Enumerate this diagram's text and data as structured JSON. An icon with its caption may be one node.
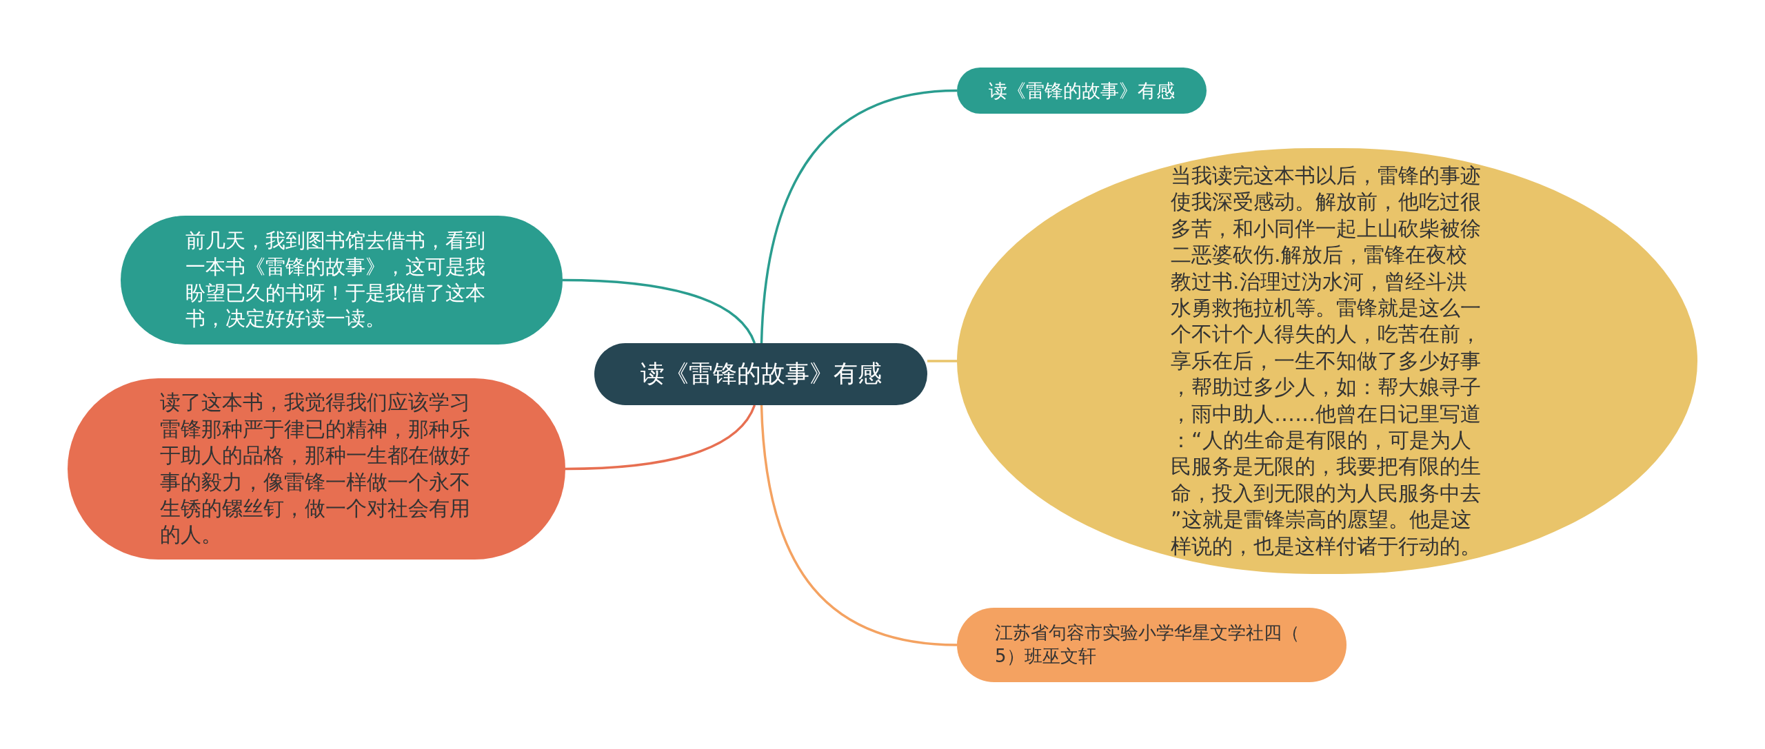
{
  "diagram": {
    "nodes": [
      {
        "text": [
          "读《雷锋的故事》有感"
        ]
      },
      {
        "text": [
          "读《雷锋的故事》有感"
        ]
      },
      {
        "text": [
          "前几天，我到图书馆去借书，看到一本书《雷锋的故事》，这可是我盼望已久的书呀！于是我借了这本书，决定好好读一读。"
        ]
      },
      {
        "text": [
          "当我读完这本书以后，雷锋的事迹使我深受感动。解放前，他吃过很多苦，和小同伴一起上山砍柴被徐二恶婆砍伤.解放后，雷锋在夜校教过书.治理过沩水河，曾经斗洪水勇救拖拉机等。雷锋就是这么一个不计个人得失的人，吃苦在前，享乐在后，一生不知做了多少好事，帮助过多少人，如：帮大娘寻子，雨中助人……他曾在日记里写道：“人的生命是有限的，可是为人民服务是无限的，我要把有限的生命，投入到无限的为人民服务中去”这就是雷锋崇高的愿望。他是这样说的，也是这样付诸于行动的。"
        ]
      },
      {
        "text": [
          "读了这本书，我觉得我们应该学习雷锋那种严于律已的精神，那种乐于助人的品格，那种一生都在做好事的毅力，像雷锋一样做一个永不生锈的镙丝钉，做一个对社会有用的人。"
        ]
      },
      {
        "text": [
          "江苏省句容市实验小学华星文学社四（5）班巫文轩"
        ]
      }
    ],
    "edges": [
      {
        "from": 0,
        "to": 1,
        "arrow": "none",
        "color": "#2a9d8f"
      },
      {
        "from": 0,
        "to": 2,
        "arrow": "none",
        "color": "#2a9d8f"
      },
      {
        "from": 0,
        "to": 3,
        "arrow": "none",
        "color": "#e9c46a"
      },
      {
        "from": 0,
        "to": 4,
        "arrow": "none",
        "color": "#e76f51"
      },
      {
        "from": 0,
        "to": 5,
        "arrow": "none",
        "color": "#f4a261"
      }
    ]
  }
}
